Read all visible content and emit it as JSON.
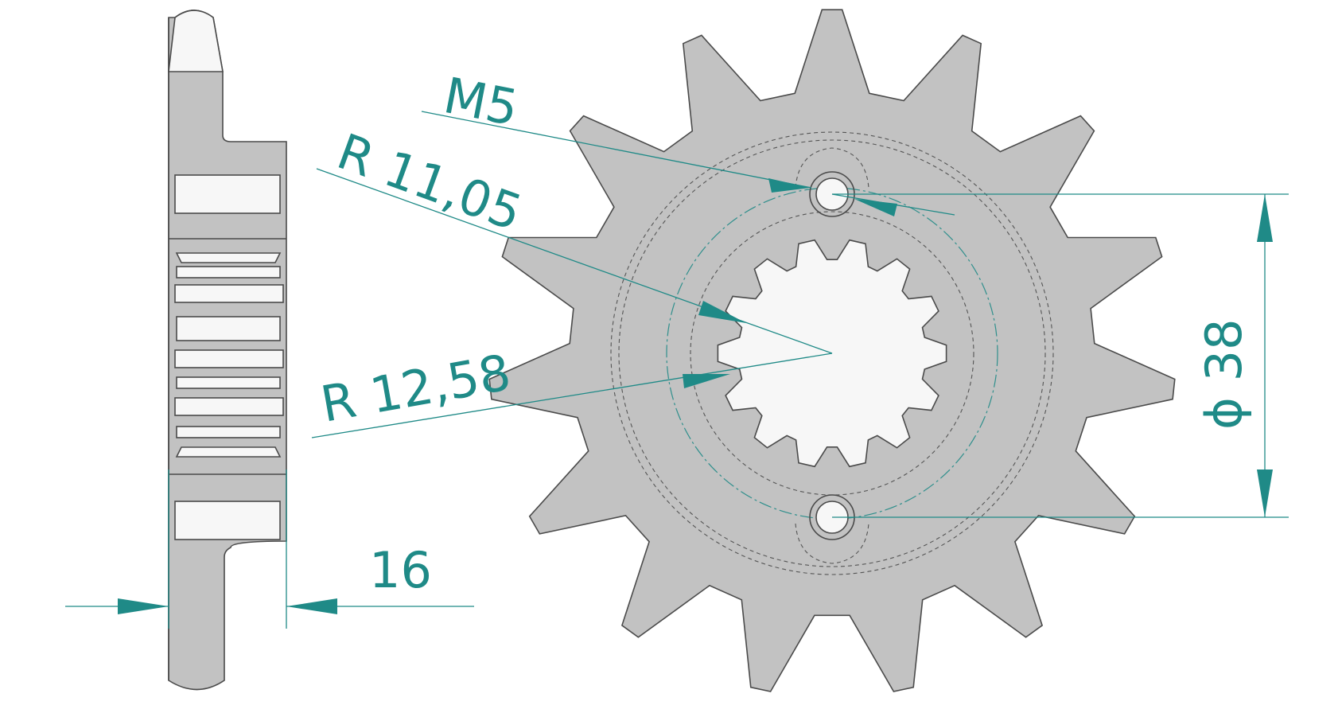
{
  "colors": {
    "dimension": "#1f8a87",
    "part_fill": "#c2c2c2",
    "outline": "#4a4a4a",
    "background": "#ffffff"
  },
  "sprocket": {
    "teeth": 15,
    "spline_teeth": 14,
    "bolt_holes": 2
  },
  "dimensions": {
    "bolt_thread": "M5",
    "inner_radius": "R 11,05",
    "outer_radius": "R 12,58",
    "bolt_circle_diameter": "ϕ 38",
    "thickness": "16"
  }
}
